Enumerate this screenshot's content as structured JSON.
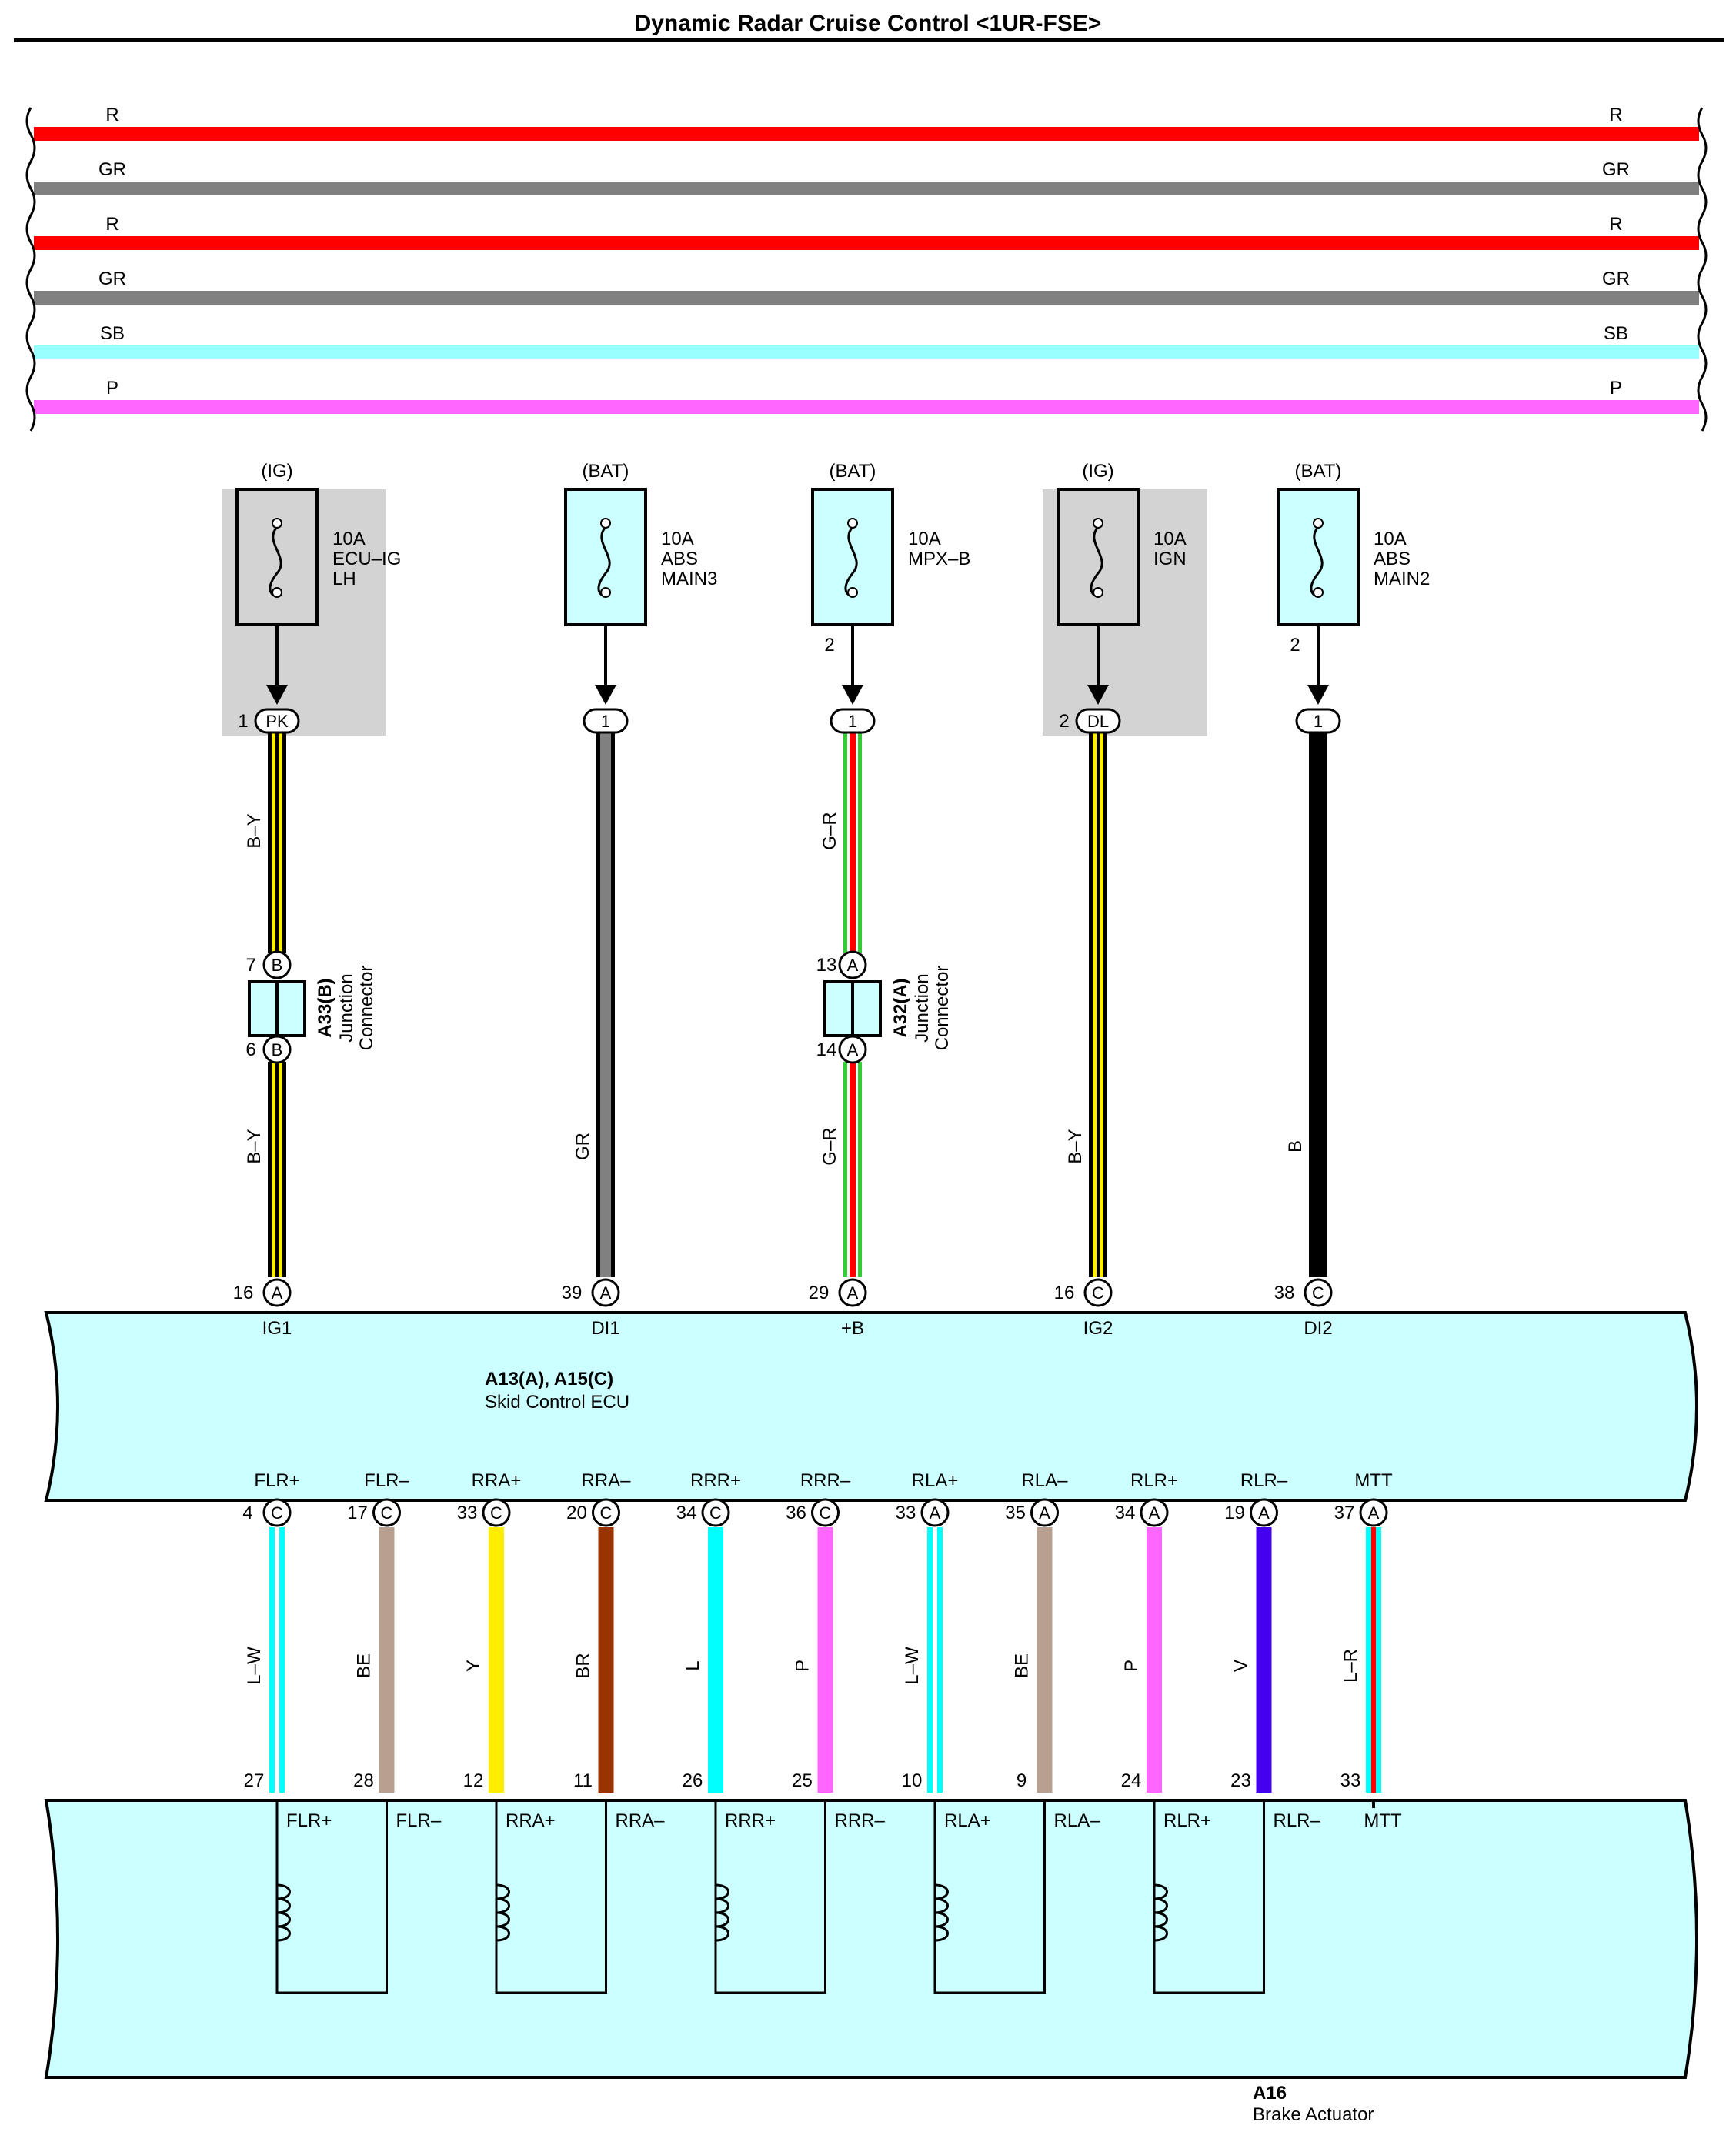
{
  "title": "Dynamic Radar Cruise Control <1UR-FSE>",
  "colors": {
    "R": "#ff0000",
    "GR": "#808080",
    "SB": "#99ffff",
    "P": "#ff66ff",
    "box_fill": "#ccffff",
    "shade": "#d3d3d3",
    "Y": "#ffee00",
    "L": "#00ffff",
    "BE": "#b8a090",
    "BR": "#993300",
    "V": "#4400ee",
    "G": "#33cc33",
    "B": "#000000",
    "W": "#ffffff"
  },
  "bus_wires": [
    {
      "color_code": "R",
      "left_label": "R",
      "right_label": "R"
    },
    {
      "color_code": "GR",
      "left_label": "GR",
      "right_label": "GR"
    },
    {
      "color_code": "R",
      "left_label": "R",
      "right_label": "R"
    },
    {
      "color_code": "GR",
      "left_label": "GR",
      "right_label": "GR"
    },
    {
      "color_code": "SB",
      "left_label": "SB",
      "right_label": "SB"
    },
    {
      "color_code": "P",
      "left_label": "P",
      "right_label": "P"
    }
  ],
  "fuses": [
    {
      "supply": "(IG)",
      "amps": "10A",
      "line1": "ECU–IG",
      "line2": "LH",
      "fuse_pin": "",
      "shaded": true,
      "conn_pin": "1",
      "conn_label": "PK",
      "wire_label": "B–Y",
      "wire_color": "Y",
      "wire_stripe": "B"
    },
    {
      "supply": "(BAT)",
      "amps": "10A",
      "line1": "ABS",
      "line2": "MAIN3",
      "fuse_pin": "",
      "shaded": false,
      "conn_pin": "",
      "conn_label": "1",
      "wire_label": "GR",
      "wire_color": "GR",
      "wire_stripe": ""
    },
    {
      "supply": "(BAT)",
      "amps": "10A",
      "line1": "MPX–B",
      "line2": "",
      "fuse_pin": "2",
      "shaded": false,
      "conn_pin": "",
      "conn_label": "1",
      "wire_label": "G–R",
      "wire_color": "G",
      "wire_stripe": "R"
    },
    {
      "supply": "(IG)",
      "amps": "10A",
      "line1": "IGN",
      "line2": "",
      "fuse_pin": "",
      "shaded": true,
      "conn_pin": "2",
      "conn_label": "DL",
      "wire_label": "B–Y",
      "wire_color": "Y",
      "wire_stripe": "B"
    },
    {
      "supply": "(BAT)",
      "amps": "10A",
      "line1": "ABS",
      "line2": "MAIN2",
      "fuse_pin": "2",
      "shaded": false,
      "conn_pin": "",
      "conn_label": "1",
      "wire_label": "B",
      "wire_color": "B",
      "wire_stripe": ""
    }
  ],
  "junctions": [
    {
      "code": "A33(B)",
      "name": "Junction",
      "name2": "Connector",
      "pin_top": "7",
      "pin_bottom": "6",
      "letter": "B",
      "lower_wire_label": "B–Y"
    },
    {
      "code": "A32(A)",
      "name": "Junction",
      "name2": "Connector",
      "pin_top": "13",
      "pin_bottom": "14",
      "letter": "A",
      "lower_wire_label": "G–R"
    }
  ],
  "ecu": {
    "code": "A13(A), A15(C)",
    "name": "Skid Control ECU",
    "top_pins": [
      {
        "pin": "16",
        "letter": "A",
        "label": "IG1"
      },
      {
        "pin": "39",
        "letter": "A",
        "label": "DI1"
      },
      {
        "pin": "29",
        "letter": "A",
        "label": "+B"
      },
      {
        "pin": "16",
        "letter": "C",
        "label": "IG2"
      },
      {
        "pin": "38",
        "letter": "C",
        "label": "DI2"
      }
    ],
    "bottom_pins": [
      {
        "label": "FLR+",
        "pin": "4",
        "letter": "C",
        "wire": "L–W",
        "color": "L",
        "stripe": "W",
        "act_pin": "27"
      },
      {
        "label": "FLR–",
        "pin": "17",
        "letter": "C",
        "wire": "BE",
        "color": "BE",
        "stripe": "",
        "act_pin": "28"
      },
      {
        "label": "RRA+",
        "pin": "33",
        "letter": "C",
        "wire": "Y",
        "color": "Y",
        "stripe": "",
        "act_pin": "12"
      },
      {
        "label": "RRA–",
        "pin": "20",
        "letter": "C",
        "wire": "BR",
        "color": "BR",
        "stripe": "",
        "act_pin": "11"
      },
      {
        "label": "RRR+",
        "pin": "34",
        "letter": "C",
        "wire": "L",
        "color": "L",
        "stripe": "",
        "act_pin": "26"
      },
      {
        "label": "RRR–",
        "pin": "36",
        "letter": "C",
        "wire": "P",
        "color": "P",
        "stripe": "",
        "act_pin": "25"
      },
      {
        "label": "RLA+",
        "pin": "33",
        "letter": "A",
        "wire": "L–W",
        "color": "L",
        "stripe": "W",
        "act_pin": "10"
      },
      {
        "label": "RLA–",
        "pin": "35",
        "letter": "A",
        "wire": "BE",
        "color": "BE",
        "stripe": "",
        "act_pin": "9"
      },
      {
        "label": "RLR+",
        "pin": "34",
        "letter": "A",
        "wire": "P",
        "color": "P",
        "stripe": "",
        "act_pin": "24"
      },
      {
        "label": "RLR–",
        "pin": "19",
        "letter": "A",
        "wire": "V",
        "color": "V",
        "stripe": "",
        "act_pin": "23"
      },
      {
        "label": "MTT",
        "pin": "37",
        "letter": "A",
        "wire": "L–R",
        "color": "L",
        "stripe": "R",
        "act_pin": "33"
      }
    ]
  },
  "actuator": {
    "code": "A16",
    "name": "Brake Actuator",
    "labels": [
      "FLR+",
      "FLR–",
      "RRA+",
      "RRA–",
      "RRR+",
      "RRR–",
      "RLA+",
      "RLA–",
      "RLR+",
      "RLR–",
      "MTT"
    ]
  }
}
